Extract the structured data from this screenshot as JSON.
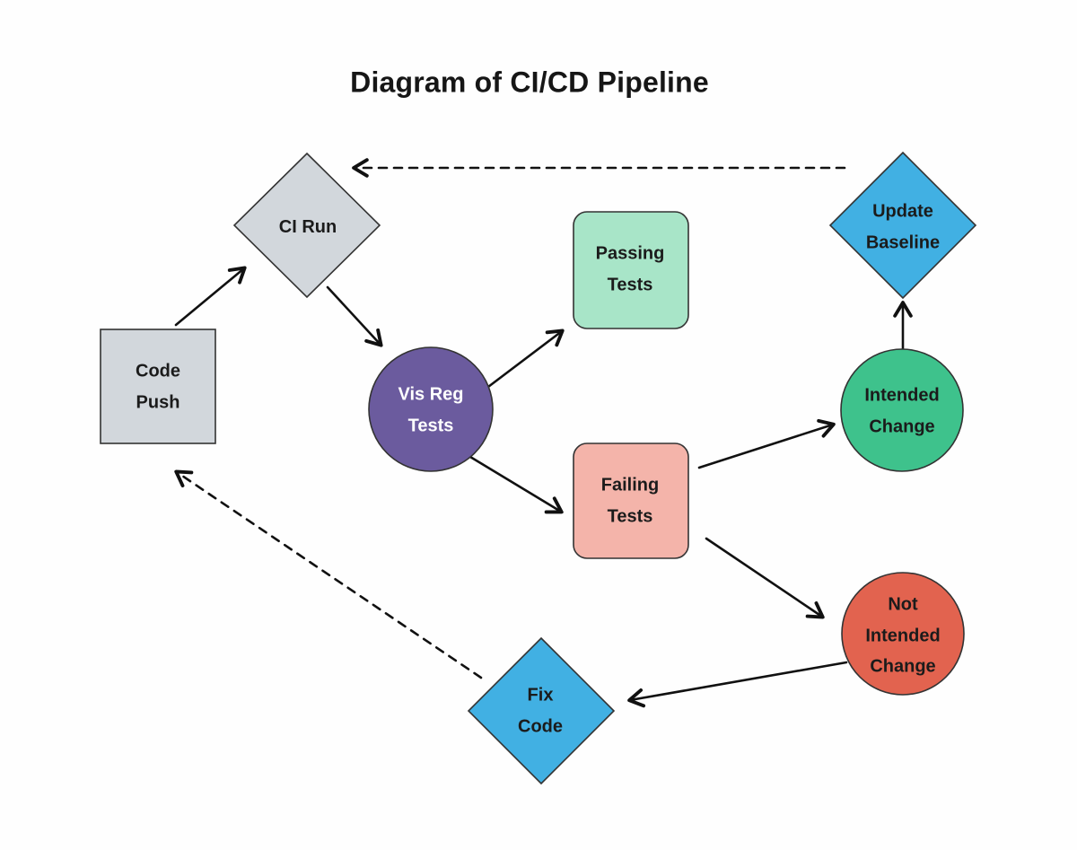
{
  "title": "Diagram of CI/CD Pipeline",
  "colors": {
    "node_gray": "#d2d7dc",
    "node_purple": "#6b5b9e",
    "node_mint": "#a8e5c8",
    "node_salmon": "#f4b4aa",
    "node_green": "#3ec28c",
    "node_coral": "#e2634f",
    "node_blue": "#41b0e3",
    "outline": "#333333",
    "arrow": "#111111",
    "background": "#fefefe"
  },
  "nodes": {
    "code_push": {
      "shape": "square",
      "color": "#d2d7dc",
      "lines": [
        "Code",
        "Push"
      ]
    },
    "ci_run": {
      "shape": "diamond",
      "color": "#d2d7dc",
      "lines": [
        "CI Run"
      ]
    },
    "vis_reg_tests": {
      "shape": "circle",
      "color": "#6b5b9e",
      "text_color": "#ffffff",
      "lines": [
        "Vis Reg",
        "Tests"
      ]
    },
    "passing_tests": {
      "shape": "rounded-square",
      "color": "#a8e5c8",
      "lines": [
        "Passing",
        "Tests"
      ]
    },
    "failing_tests": {
      "shape": "rounded-square",
      "color": "#f4b4aa",
      "lines": [
        "Failing",
        "Tests"
      ]
    },
    "intended_change": {
      "shape": "circle",
      "color": "#3ec28c",
      "lines": [
        "Intended",
        "Change"
      ]
    },
    "not_intended_change": {
      "shape": "circle",
      "color": "#e2634f",
      "lines": [
        "Not",
        "Intended",
        "Change"
      ]
    },
    "update_baseline": {
      "shape": "diamond",
      "color": "#41b0e3",
      "lines": [
        "Update",
        "Baseline"
      ]
    },
    "fix_code": {
      "shape": "diamond",
      "color": "#41b0e3",
      "lines": [
        "Fix",
        "Code"
      ]
    }
  },
  "edges": [
    {
      "from": "code_push",
      "to": "ci_run",
      "style": "solid"
    },
    {
      "from": "ci_run",
      "to": "vis_reg_tests",
      "style": "solid"
    },
    {
      "from": "vis_reg_tests",
      "to": "passing_tests",
      "style": "solid"
    },
    {
      "from": "vis_reg_tests",
      "to": "failing_tests",
      "style": "solid"
    },
    {
      "from": "failing_tests",
      "to": "intended_change",
      "style": "solid"
    },
    {
      "from": "failing_tests",
      "to": "not_intended_change",
      "style": "solid"
    },
    {
      "from": "intended_change",
      "to": "update_baseline",
      "style": "solid"
    },
    {
      "from": "not_intended_change",
      "to": "fix_code",
      "style": "solid"
    },
    {
      "from": "update_baseline",
      "to": "ci_run",
      "style": "dashed"
    },
    {
      "from": "fix_code",
      "to": "code_push",
      "style": "dashed"
    }
  ]
}
